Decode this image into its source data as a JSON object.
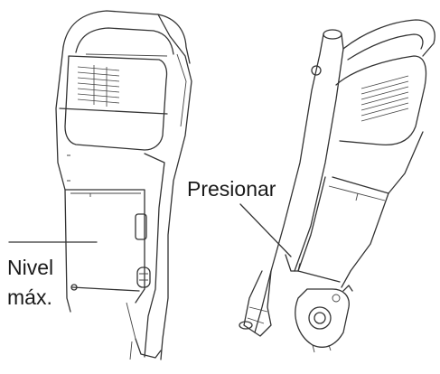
{
  "labels": {
    "level": [
      "Nivel",
      "máx."
    ],
    "press": "Presionar"
  },
  "colors": {
    "line": "#333333",
    "text": "#1a1a1a",
    "background": "#ffffff"
  }
}
